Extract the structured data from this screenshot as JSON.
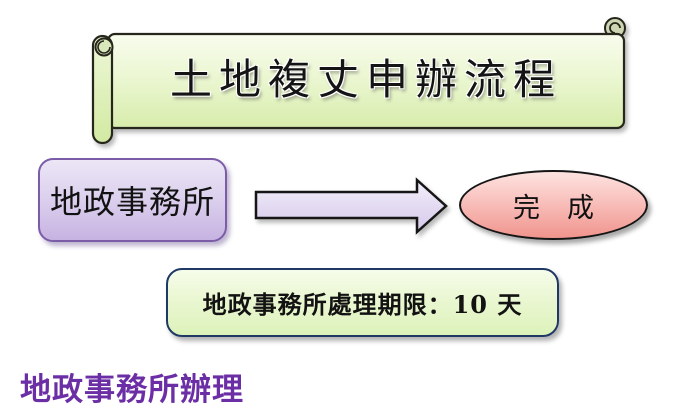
{
  "banner": {
    "title": "土地複丈申辦流程"
  },
  "flow": {
    "office_box": {
      "label": "地政事務所"
    },
    "done_ellipse": {
      "label": "完　成"
    },
    "deadline_box": {
      "label": "地政事務所處理期限：10 天"
    }
  },
  "footer": {
    "heading": "地政事務所辦理"
  },
  "colors": {
    "banner_fill_top": "#f8fcee",
    "banner_fill_bottom": "#d7ecab",
    "banner_border": "#26261a",
    "office_fill_top": "#ece6f6",
    "office_fill_bottom": "#c7b3e2",
    "office_border": "#7b5ca6",
    "arrow_fill_top": "#f1edf9",
    "arrow_fill_bottom": "#d5c9ea",
    "arrow_border": "#141414",
    "done_fill_top": "#fde3e0",
    "done_fill_bottom": "#f0948d",
    "done_border": "#151515",
    "deadline_fill_top": "#f6fcea",
    "deadline_fill_bottom": "#ddf2ba",
    "deadline_border": "#1f3864",
    "footer_text": "#6b2ea5",
    "title_text": "#141414",
    "background": "#ffffff"
  }
}
